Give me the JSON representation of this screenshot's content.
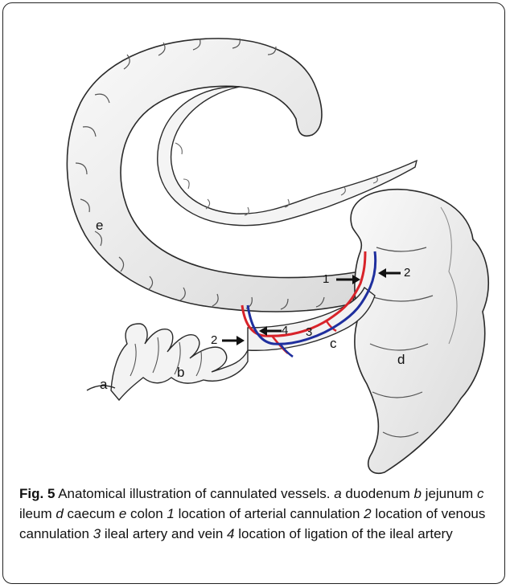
{
  "figure": {
    "labels": {
      "a": "a",
      "b": "b",
      "c": "c",
      "d": "d",
      "e": "e",
      "n1": "1",
      "n2_right": "2",
      "n2_left": "2",
      "n3": "3",
      "n4": "4"
    },
    "colors": {
      "artery": "#d8232a",
      "vein": "#1f2f9e",
      "outline": "#2a2a2a",
      "fill": "#f4f4f4",
      "shade": "#b9b9b9"
    }
  },
  "caption": {
    "fig_label": "Fig. 5",
    "title": " Anatomical illustration of cannulated vessels. ",
    "items": [
      {
        "key": "a",
        "text": " duodenum "
      },
      {
        "key": "b",
        "text": " jejunum "
      },
      {
        "key": "c",
        "text": " ileum "
      },
      {
        "key": "d",
        "text": " caecum "
      },
      {
        "key": "e",
        "text": " colon "
      },
      {
        "key": "1",
        "text": " location of arterial cannulation "
      },
      {
        "key": "2",
        "text": " location of venous cannulation "
      },
      {
        "key": "3",
        "text": " ileal artery and vein "
      },
      {
        "key": "4",
        "text": " location of ligation of the ileal artery"
      }
    ]
  }
}
